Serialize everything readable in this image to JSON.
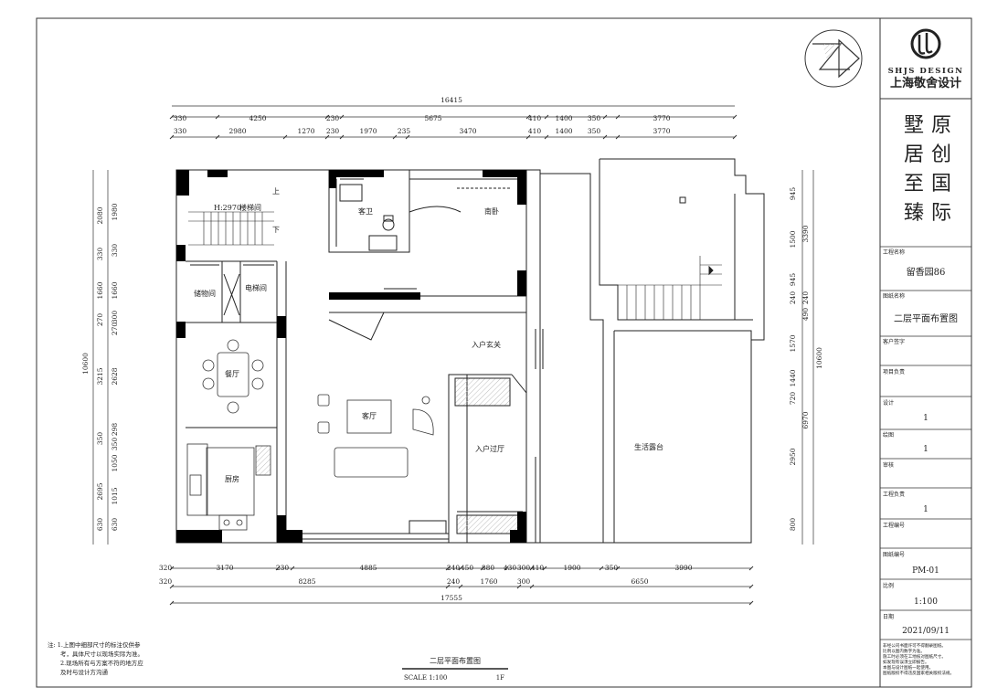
{
  "company": {
    "brand": "SHJS DESIGN",
    "name": "上海敬舍设计",
    "slogan_col1": [
      "墅",
      "居",
      "至",
      "臻"
    ],
    "slogan_col2": [
      "原",
      "创",
      "国",
      "际"
    ]
  },
  "title_block": {
    "project_name_label": "工程名称",
    "project_name": "留香园86",
    "drawing_name_label": "图纸名称",
    "drawing_name": "二层平面布置图",
    "client_sign_label": "客户签字",
    "project_lead_label": "项目负责",
    "design_label": "设计",
    "design_value": "1",
    "drawing_label": "绘图",
    "drawing_value": "1",
    "review_label": "审核",
    "engineering_lead_label": "工程负责",
    "engineering_lead_value": "1",
    "engineering_no_label": "工程编号",
    "sheet_no_label": "图纸编号",
    "sheet_no": "PM-01",
    "scale_label": "比例",
    "scale": "1:100",
    "date_label": "日期",
    "date": "2021/09/11",
    "footer_notes": [
      "非经公司书面许可不得翻录图纸。",
      "比例以图内数字为准。",
      "施工时必须在工地核对图纸尺寸。",
      "如发现有误须立即报告。",
      "本图与设计图纸一起使用。",
      "图纸版权不得违反国家相关版权法规。"
    ]
  },
  "drawing": {
    "caption": "二层平面布置图",
    "scale_text": "SCALE 1:100",
    "floor": "1F",
    "rooms": {
      "stair_hall": "楼梯间",
      "stair_height": "H:2970",
      "up": "上",
      "down": "下",
      "guest_bath": "客卫",
      "south_bedroom": "南卧",
      "storage": "储物间",
      "elevator": "电梯间",
      "dining": "餐厅",
      "living": "客厅",
      "entry_porch": "入户玄关",
      "entry_hall": "入户过厅",
      "kitchen": "厨房",
      "terrace": "生活露台"
    },
    "notes": [
      "注: 1.上图中细部尺寸的标注仅供参",
      "考，具体尺寸以现场实际为准。",
      "2.现场所有与方案不符的地方应",
      "及时与设计方沟通"
    ]
  },
  "dims": {
    "top_total": "16415",
    "top_row1": [
      "330",
      "4250",
      "230",
      "5675",
      "410",
      "1400",
      "350",
      "3770"
    ],
    "top_row2": [
      "330",
      "2980",
      "1270",
      "230",
      "1970",
      "235",
      "3470",
      "410",
      "1400",
      "350",
      "3770"
    ],
    "bottom_row1": [
      "320",
      "3170",
      "230",
      "4885",
      "240",
      "450",
      "880",
      "430",
      "300",
      "410",
      "1900",
      "350",
      "3990"
    ],
    "bottom_row2": [
      "320",
      "8285",
      "240",
      "1760",
      "300",
      "6650"
    ],
    "bottom_total": "17555",
    "left_total": "10600",
    "left_row1": [
      "2080",
      "330",
      "1660",
      "270",
      "3215",
      "350",
      "2695",
      "630"
    ],
    "left_row2": [
      "1980",
      "330",
      "1660",
      "300",
      "270",
      "2628",
      "298",
      "350",
      "1050",
      "1015",
      "630"
    ],
    "right_total": "10600",
    "right_row1": [
      "945",
      "1500",
      "945",
      "240",
      "1570",
      "1440",
      "720",
      "2950",
      "800"
    ],
    "right_row2": [
      "3390",
      "240",
      "490",
      "6970"
    ]
  },
  "colors": {
    "line": "#222222",
    "wall": "#000000",
    "hatch": "#cfcfcf"
  }
}
